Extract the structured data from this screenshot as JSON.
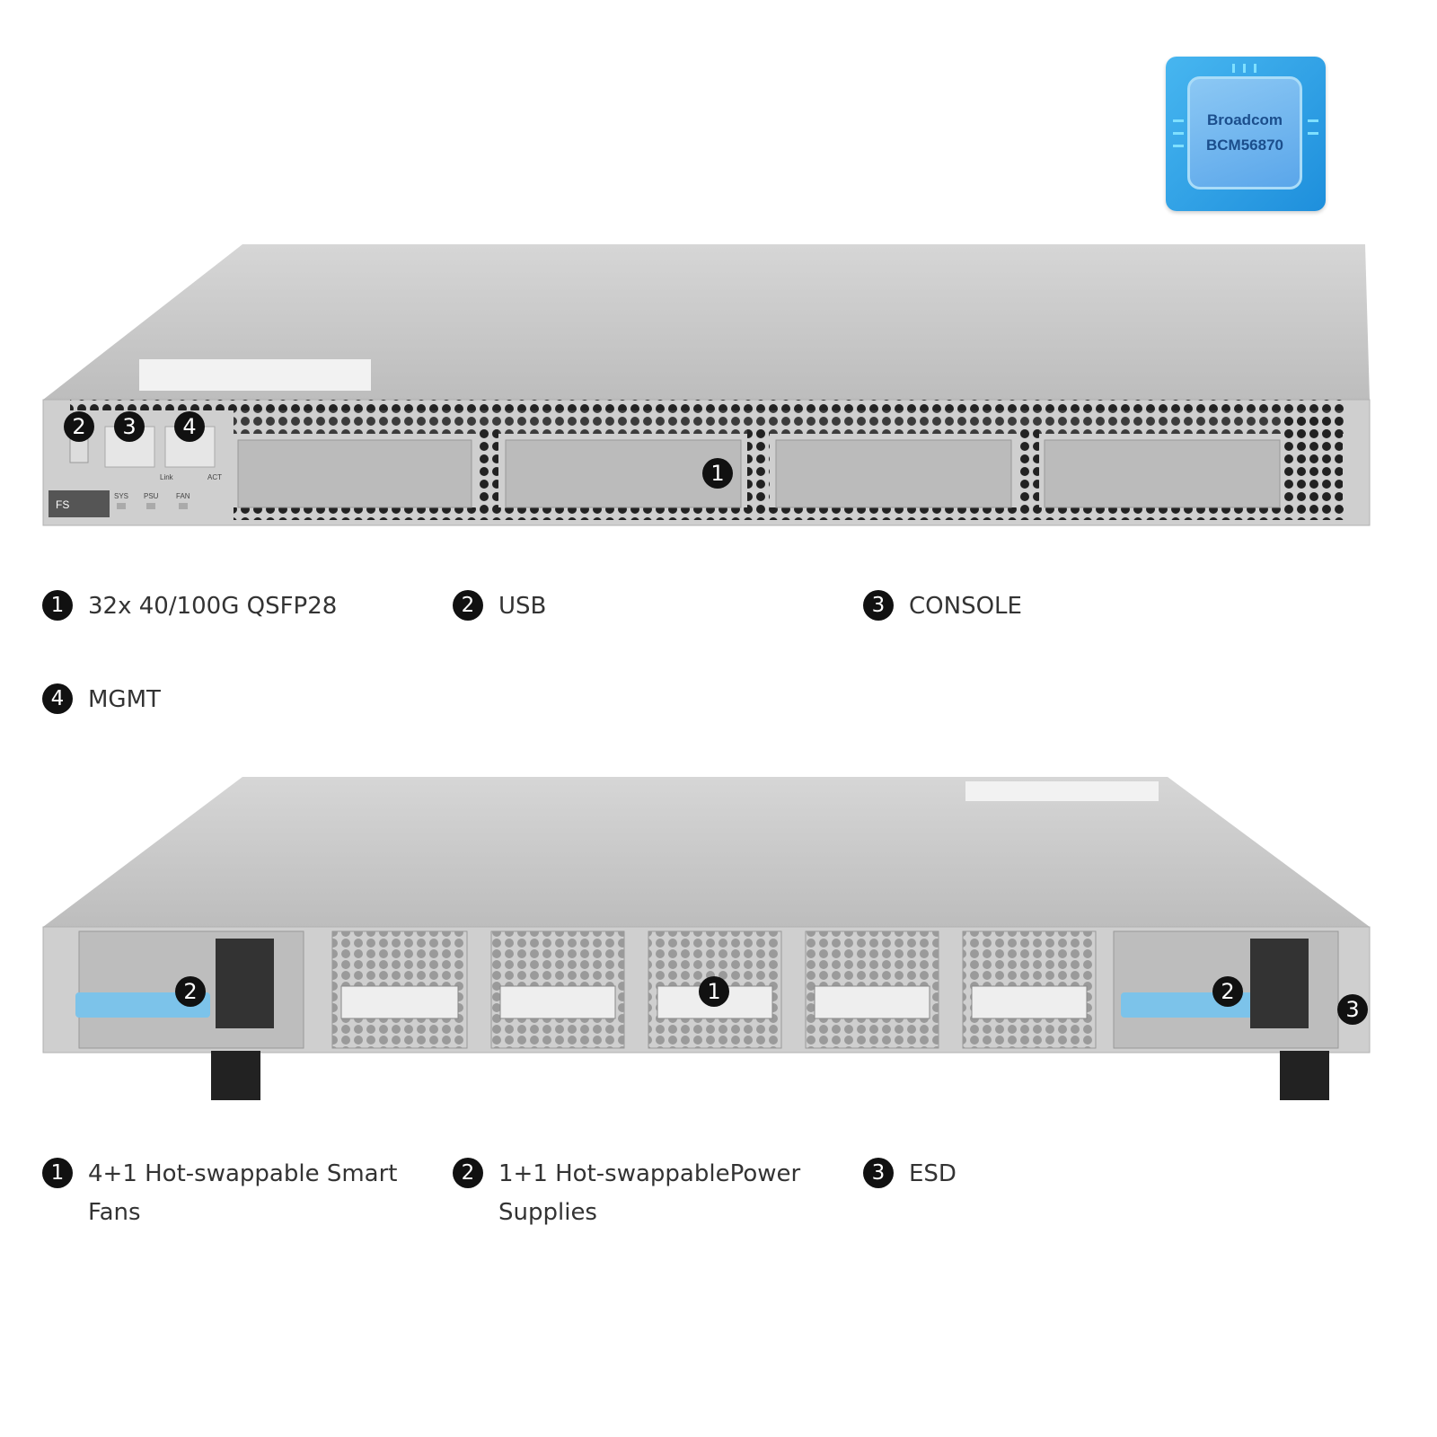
{
  "chip": {
    "brand": "Broadcom",
    "model": "BCM56870"
  },
  "front_view": {
    "callouts": [
      "1",
      "2",
      "3",
      "4"
    ],
    "panel_labels": {
      "logo": "FS",
      "led_sys": "SYS",
      "led_psu": "PSU",
      "led_fan": "FAN",
      "link": "Link",
      "act": "ACT"
    },
    "legend": [
      {
        "num": "1",
        "text": "32x 40/100G QSFP28"
      },
      {
        "num": "2",
        "text": "USB"
      },
      {
        "num": "3",
        "text": "CONSOLE"
      },
      {
        "num": "4",
        "text": "MGMT"
      }
    ]
  },
  "rear_view": {
    "callouts": [
      "1",
      "2",
      "2",
      "3"
    ],
    "legend": [
      {
        "num": "1",
        "text": "4+1 Hot-swappable Smart Fans"
      },
      {
        "num": "2",
        "text": "1+1 Hot-swappablePower Supplies"
      },
      {
        "num": "3",
        "text": "ESD"
      }
    ]
  },
  "colors": {
    "chassis": "#c9c9c9",
    "chip": "#2a9be3",
    "psu_handle": "#7cc3ea",
    "callout": "#111111"
  }
}
